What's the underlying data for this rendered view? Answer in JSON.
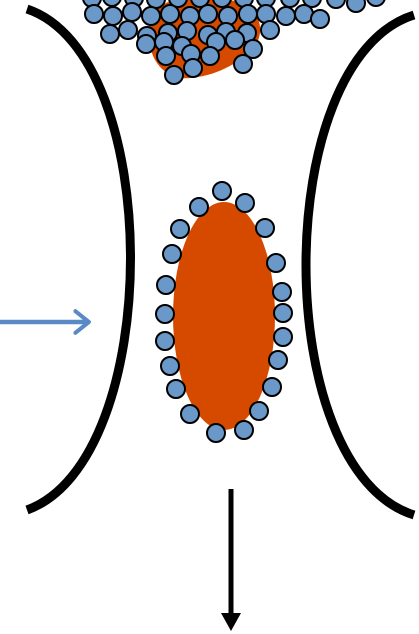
{
  "diagram": {
    "colors": {
      "background": "#ffffff",
      "wall": "#000000",
      "droplet": "#d64a00",
      "particle_fill": "#6a98c8",
      "particle_stroke": "#000000",
      "inflow_arrow": "#5a8ac6",
      "outflow_arrow": "#000000"
    },
    "elements": {
      "left_wall": "curved-wall",
      "right_wall": "curved-wall",
      "upper_cluster": "droplet-with-excess-particles",
      "lower_droplet": "particle-coated-droplet",
      "inflow": "arrow-right",
      "outflow": "arrow-down"
    }
  }
}
